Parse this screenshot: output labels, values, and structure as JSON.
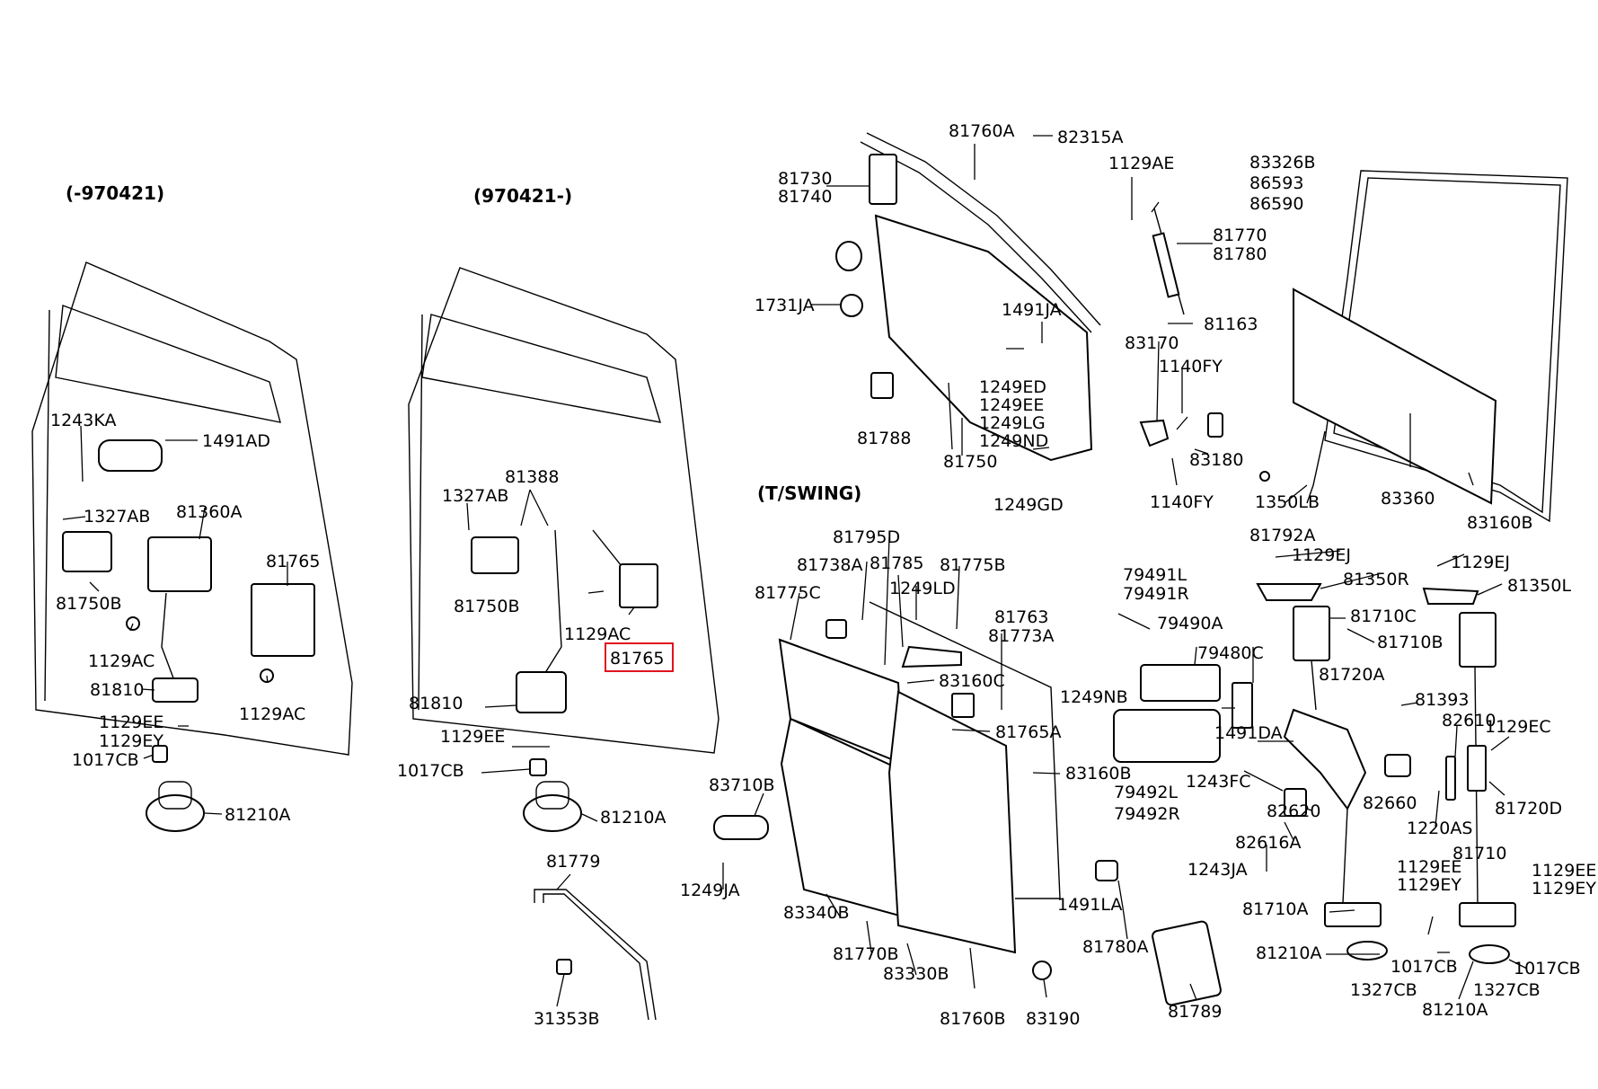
{
  "sections": {
    "left": "(-970421)",
    "middle": "(970421-)",
    "right": "(T/SWING)"
  },
  "highlighted_part": "81765",
  "labels": {
    "l_1243KA": "1243KA",
    "l_1491AD": "1491AD",
    "l_1327AB": "1327AB",
    "l_81360A": "81360A",
    "l_81765": "81765",
    "l_81750B": "81750B",
    "l_1129AC_a": "1129AC",
    "l_1129AC_b": "1129AC",
    "l_81810": "81810",
    "l_1129EE": "1129EE",
    "l_1129EY": "1129EY",
    "l_1017CB": "1017CB",
    "l_81210A": "81210A",
    "m_81388": "81388",
    "m_1327AB": "1327AB",
    "m_81750B": "81750B",
    "m_1129AC": "1129AC",
    "m_81765": "81765",
    "m_81810": "81810",
    "m_1129EE": "1129EE",
    "m_1017CB": "1017CB",
    "m_81210A": "81210A",
    "m_81779": "81779",
    "m_31353B": "31353B",
    "r_81760A": "81760A",
    "r_82315A": "82315A",
    "r_81730": "81730",
    "r_81740": "81740",
    "r_1129AE": "1129AE",
    "r_83326B": "83326B",
    "r_86593": "86593",
    "r_86590": "86590",
    "r_81770": "81770",
    "r_81780": "81780",
    "r_1731JA": "1731JA",
    "r_1491JA": "1491JA",
    "r_81163": "81163",
    "r_83170": "83170",
    "r_1140FY_a": "1140FY",
    "r_1249ED": "1249ED",
    "r_1249EE": "1249EE",
    "r_1249LG": "1249LG",
    "r_1249ND": "1249ND",
    "r_81788": "81788",
    "r_81750": "81750",
    "r_83180": "83180",
    "r_1249GD": "1249GD",
    "r_1140FY_b": "1140FY",
    "r_1350LB": "1350LB",
    "r_83360": "83360",
    "r_83160B_a": "83160B",
    "r_81792A": "81792A",
    "r_81795D": "81795D",
    "r_81738A": "81738A",
    "r_81785": "81785",
    "r_81775B": "81775B",
    "r_81775C": "81775C",
    "r_1249LD": "1249LD",
    "r_81763": "81763",
    "r_81773A": "81773A",
    "r_83160C": "83160C",
    "r_81765A": "81765A",
    "r_83160B_b": "83160B",
    "r_83710B": "83710B",
    "r_1249JA": "1249JA",
    "r_83340B": "83340B",
    "r_81770B": "81770B",
    "r_83330B": "83330B",
    "r_81760B": "81760B",
    "r_83190": "83190",
    "r_1491LA": "1491LA",
    "r_81780A": "81780A",
    "r_81789": "81789",
    "r_79491L": "79491L",
    "r_79491R": "79491R",
    "r_79490A": "79490A",
    "r_79480C": "79480C",
    "r_1249NB": "1249NB",
    "r_79492L": "79492L",
    "r_79492R": "79492R",
    "r_1491DA": "1491DA",
    "r_1243FC": "1243FC",
    "r_82620": "82620",
    "r_82616A": "82616A",
    "r_1243JA": "1243JA",
    "r_1129EJ_a": "1129EJ",
    "r_81350R": "81350R",
    "r_1129EJ_b": "1129EJ",
    "r_81350L": "81350L",
    "r_81710C": "81710C",
    "r_81710B": "81710B",
    "r_81720A": "81720A",
    "r_81393": "81393",
    "r_82610": "82610",
    "r_1129EC": "1129EC",
    "r_82660": "82660",
    "r_1220AS": "1220AS",
    "r_81720D": "81720D",
    "r_1129EE_a": "1129EE",
    "r_1129EY_a": "1129EY",
    "r_81710": "81710",
    "r_1129EE_b": "1129EE",
    "r_1129EY_b": "1129EY",
    "r_81710A": "81710A",
    "r_81210A_a": "81210A",
    "r_1017CB_a": "1017CB",
    "r_1327CB_a": "1327CB",
    "r_1017CB_b": "1017CB",
    "r_1327CB_b": "1327CB",
    "r_81210A_b": "81210A"
  }
}
